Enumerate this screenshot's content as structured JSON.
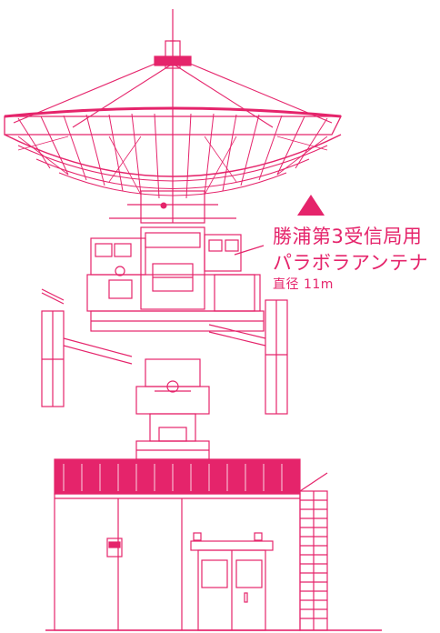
{
  "caption": {
    "title_line1": "勝浦第3受信局用",
    "title_line2": "パラボラアンテナ",
    "diameter": "直径 11m"
  },
  "colors": {
    "line": "#e5246b",
    "background": "#ffffff"
  }
}
